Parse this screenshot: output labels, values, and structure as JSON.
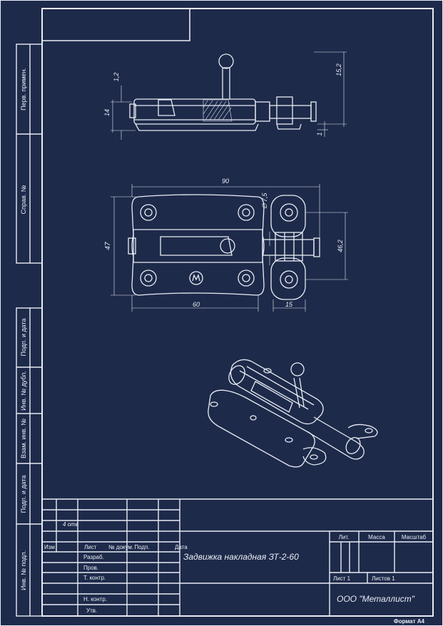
{
  "sidebar": {
    "perv_primen": "Перв. примен.",
    "sprav_no": "Справ. №",
    "podp_data_1": "Подп. и дата",
    "inv_dubl": "Инв. № дубл.",
    "vzam_inv": "Взам. инв. №",
    "podp_data_2": "Подп. и дата",
    "inv_podl": "Инв. № подл."
  },
  "dimensions": {
    "d_1_2": "1,2",
    "d_14": "14",
    "d_15_2": "15,2",
    "d_1": "1",
    "d_90": "90",
    "d_dia": "∅ 7,5",
    "d_47": "47",
    "d_46_2": "46,2",
    "d_60": "60",
    "d_15": "15"
  },
  "title_block": {
    "holes_note": "4 отв",
    "col_izm": "Изм",
    "col_list": "Лист",
    "col_ndokum": "№ докум.",
    "col_podp": "Подп.",
    "col_data": "Дата",
    "razrab": "Разраб.",
    "prov": "Пров.",
    "tkontr": "Т. контр.",
    "nkontr": "Н. контр.",
    "utv": "Утв.",
    "product_name": "Задвижка накладная ЗТ-2-60",
    "lit": "Лит.",
    "massa": "Масса",
    "masshtab": "Масштаб",
    "sheet": "Лист 1",
    "sheets": "Листов 1",
    "company": "ООО \"Металлист\"",
    "format": "Формат А4"
  }
}
